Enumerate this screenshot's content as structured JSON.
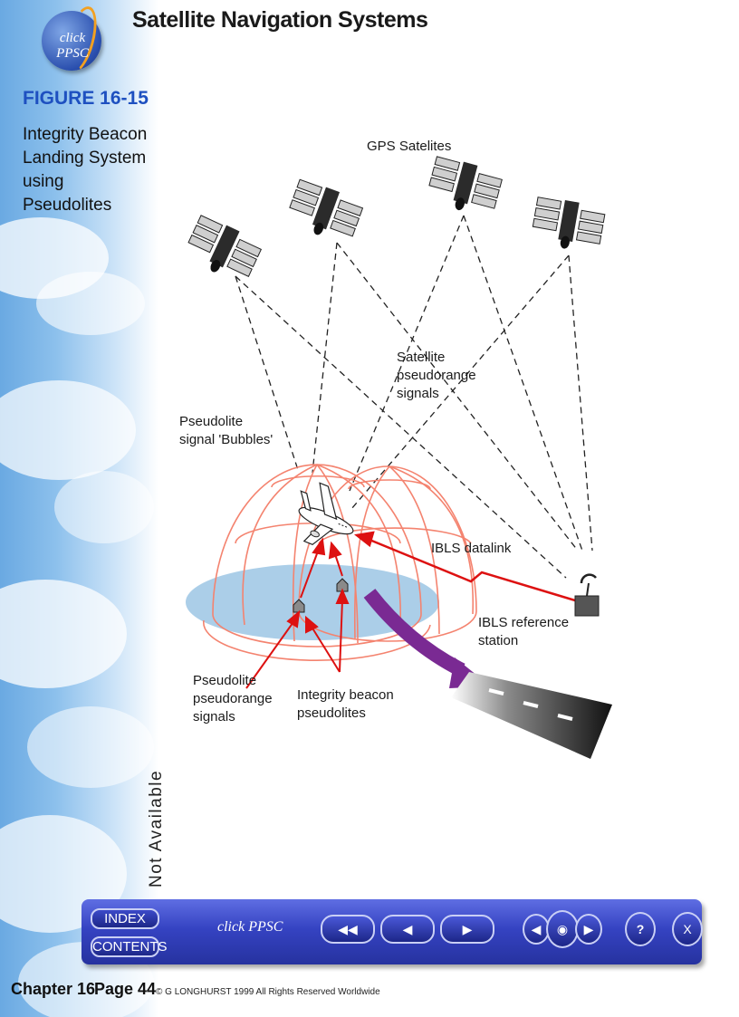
{
  "header": {
    "title": "Satellite Navigation Systems"
  },
  "sidebar": {
    "logo_text": "click PPSC",
    "figure_label": "FIGURE 16-15",
    "caption_lines": [
      "Integrity Beacon",
      "Landing System",
      "using Pseudolites"
    ]
  },
  "diagram": {
    "gps_label": "GPS Satelites",
    "satellite_signals": [
      "Satellite",
      "pseudorange",
      "signals"
    ],
    "bubbles": [
      "Pseudolite",
      "signal 'Bubbles'"
    ],
    "datalink": "IBLS datalink",
    "reference_station": [
      "IBLS reference",
      "station"
    ],
    "pseudolite_signals": [
      "Pseudolite",
      "pseudorange",
      "signals"
    ],
    "beacon_pseudolites": [
      "Integrity beacon",
      "pseudolites"
    ],
    "colors": {
      "dome": "#f4836f",
      "datalink": "#dd1111",
      "approach_arrow": "#7a2a93",
      "ground": "#9cc6e4"
    }
  },
  "status_note": "Not Available",
  "toolbar": {
    "index": "INDEX",
    "contents": "CONTENTS",
    "logo_text": "click PPSC",
    "icons": [
      "rewind-icon",
      "back-icon",
      "forward-icon",
      "prev-icon",
      "search-binoculars-icon",
      "next-icon",
      "help-icon",
      "close-icon"
    ],
    "help_glyph": "?",
    "close_glyph": "X"
  },
  "footer": {
    "chapter": "Chapter 16",
    "page": "Page 44",
    "copyright": "© G LONGHURST  1999  All Rights Reserved Worldwide"
  }
}
